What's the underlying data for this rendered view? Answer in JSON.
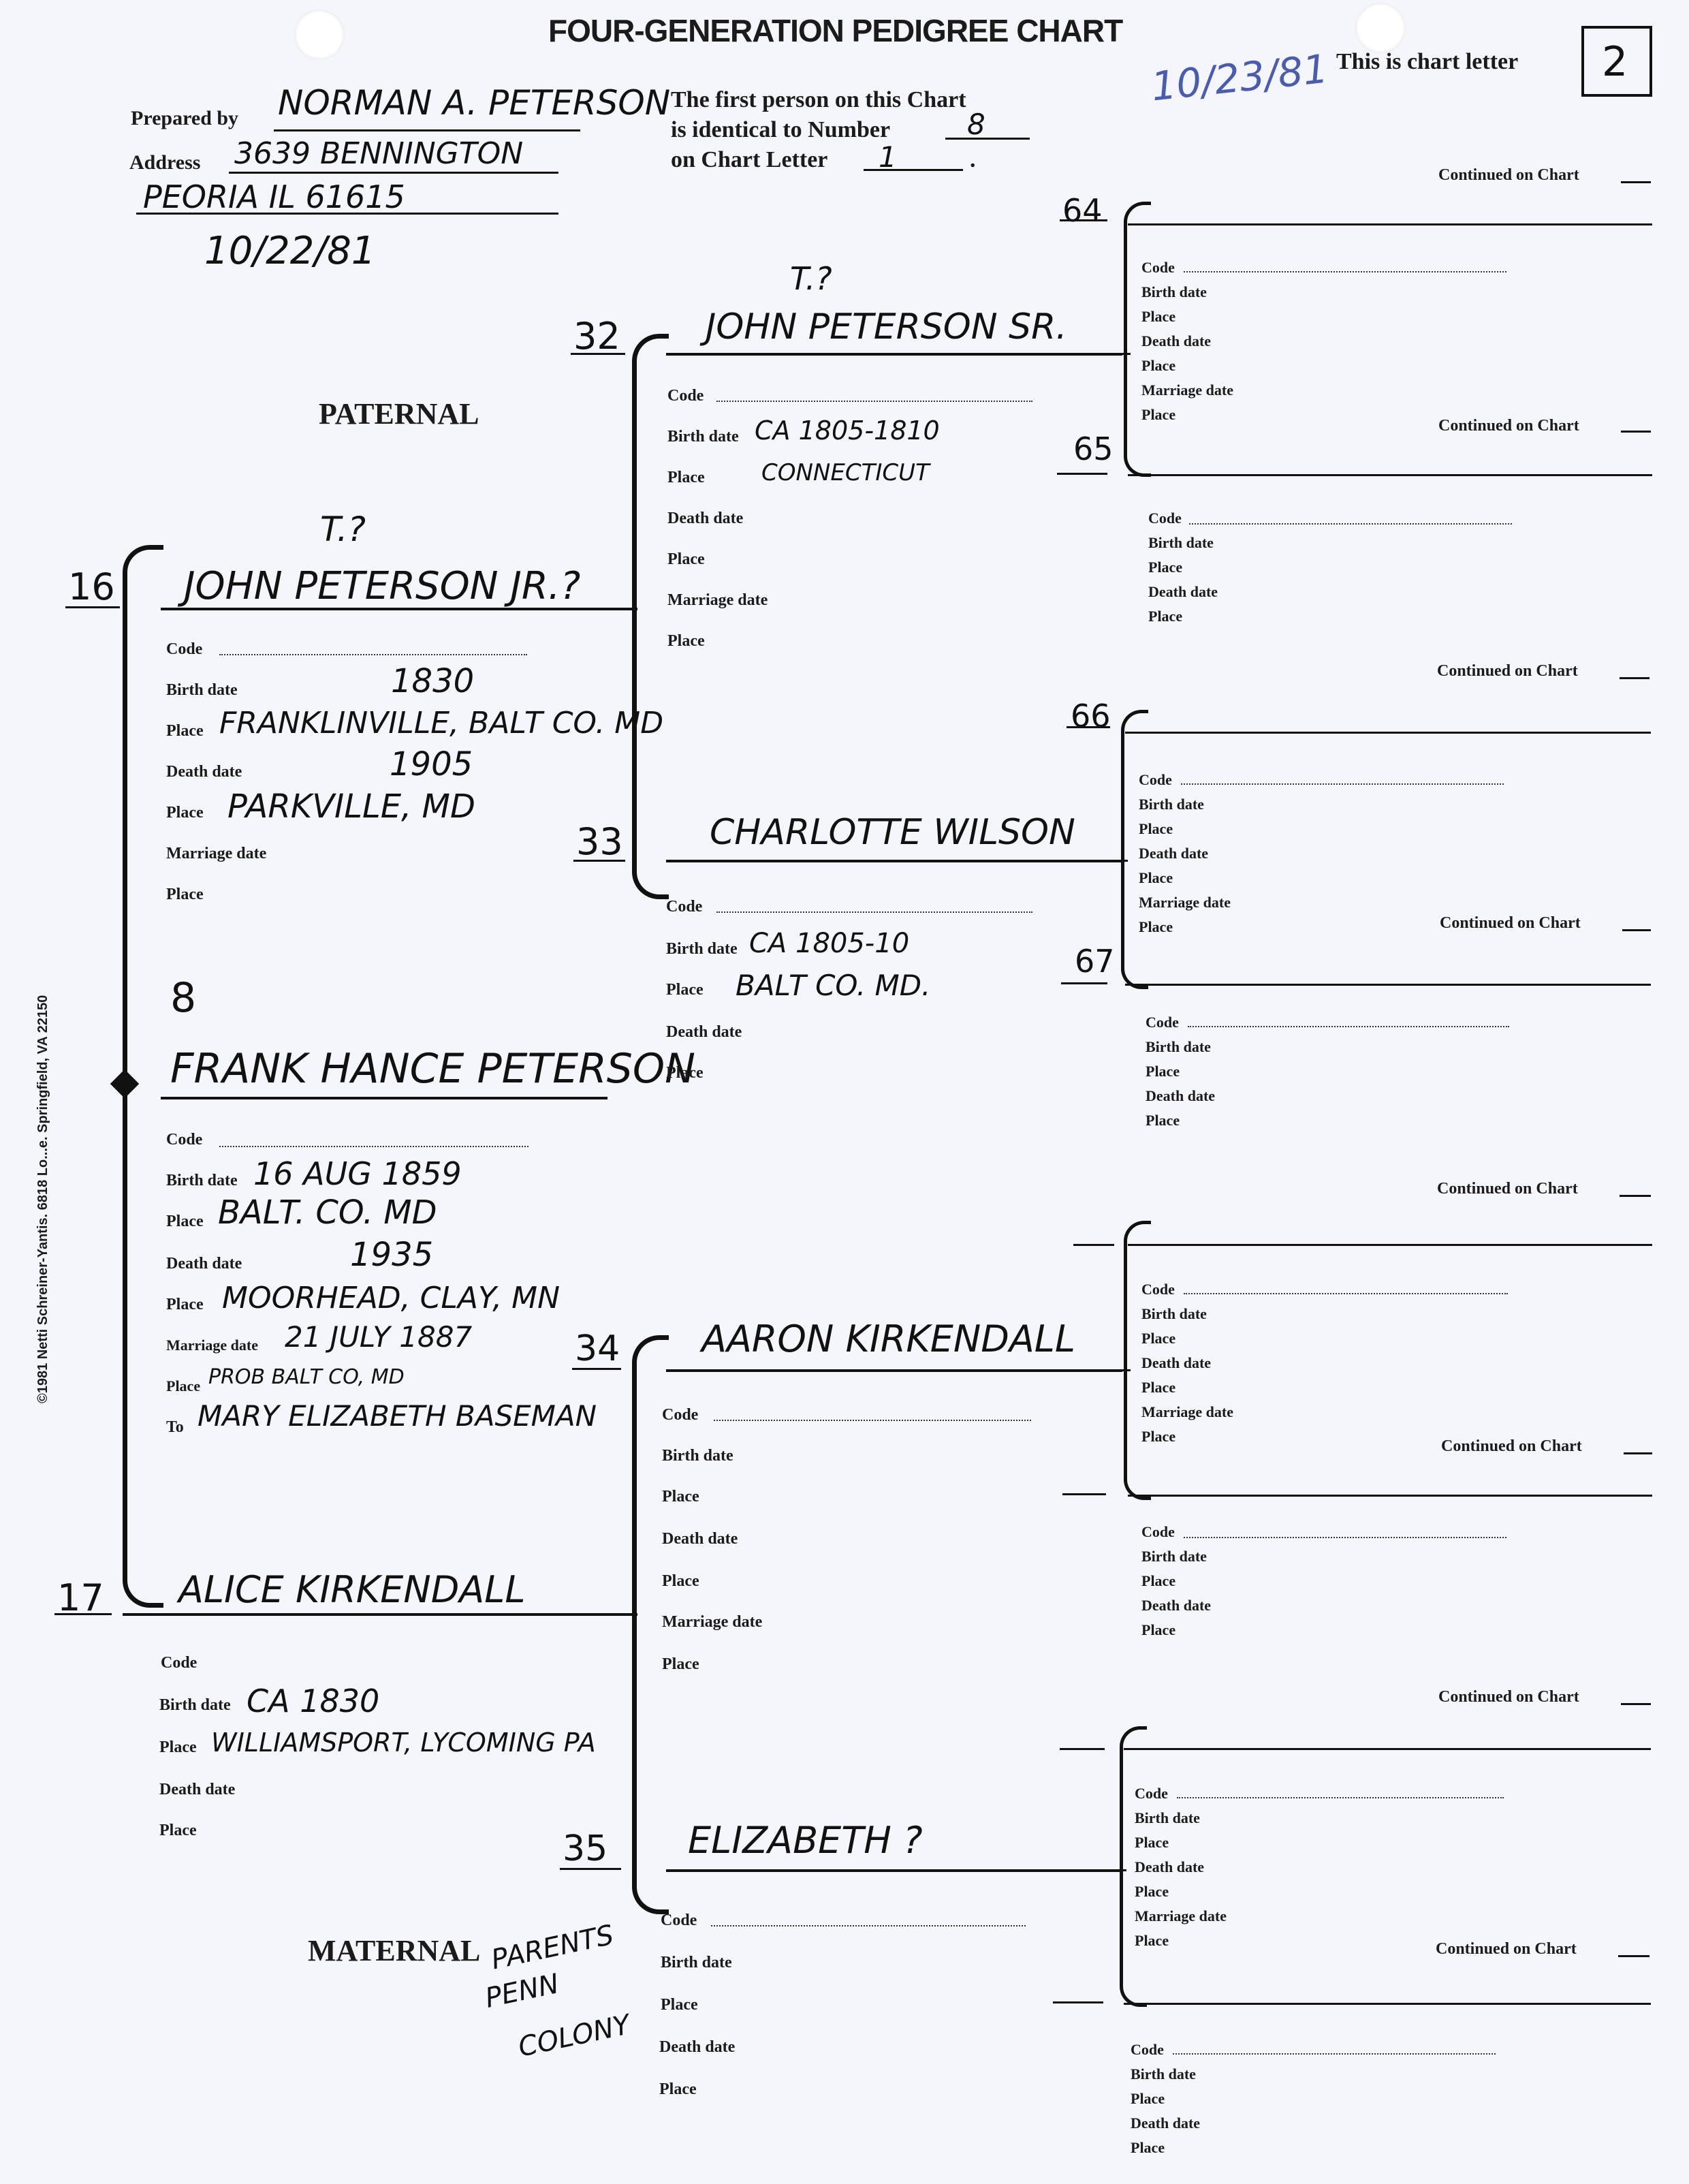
{
  "header": {
    "title": "FOUR-GENERATION PEDIGREE CHART",
    "chart_letter_label": "This is chart letter",
    "chart_letter_value": "2",
    "date_stamp": "10/23/81",
    "prepared_by_label": "Prepared by",
    "prepared_by_value": "NORMAN A. PETERSON",
    "address_label": "Address",
    "address_line1": "3639 BENNINGTON",
    "address_line2": "PEORIA IL 61615",
    "address_date": "10/22/81",
    "first_person_line1": "The first person on this Chart",
    "first_person_line2": "is identical to Number",
    "first_person_number": "8",
    "first_person_line3": "on Chart Letter",
    "first_person_letter": "1"
  },
  "labels": {
    "paternal": "PATERNAL",
    "maternal": "MATERNAL",
    "code": "Code",
    "birth_date": "Birth date",
    "place": "Place",
    "death_date": "Death date",
    "marriage_date": "Marriage date",
    "to": "To",
    "continued": "Continued on Chart"
  },
  "side_note": "©1981 Netti Schreiner-Yantis. 6818 Lo...e. Springfield, VA 22150",
  "margin_note": [
    "PARENTS",
    "PENN",
    "COLONY"
  ],
  "person8": {
    "number": "8",
    "name": "FRANK HANCE PETERSON",
    "birth_date": "16 AUG 1859",
    "birth_place": "BALT. CO. MD",
    "death_date": "1935",
    "death_place": "MOORHEAD, CLAY, MN",
    "marriage_date": "21 JULY 1887",
    "marriage_place": "PROB BALT CO, MD",
    "spouse": "MARY ELIZABETH BASEMAN"
  },
  "person16": {
    "number": "16",
    "name": "JOHN PETERSON JR.?",
    "name_note": "T.?",
    "birth_date": "1830",
    "birth_place": "FRANKLINVILLE, BALT CO. MD",
    "death_date": "1905",
    "death_place": "PARKVILLE, MD"
  },
  "person17": {
    "number": "17",
    "name": "ALICE KIRKENDALL",
    "birth_date": "CA 1830",
    "birth_place": "WILLIAMSPORT, LYCOMING PA"
  },
  "person32": {
    "number": "32",
    "name": "JOHN PETERSON SR.",
    "name_note": "T.?",
    "birth_date": "CA 1805-1810",
    "birth_place": "CONNECTICUT"
  },
  "person33": {
    "number": "33",
    "name": "CHARLOTTE WILSON",
    "birth_date": "CA 1805-10",
    "birth_place": "BALT CO. MD."
  },
  "person34": {
    "number": "34",
    "name": "AARON KIRKENDALL"
  },
  "person35": {
    "number": "35",
    "name": "ELIZABETH ?"
  },
  "gen5": {
    "n64": "64",
    "n65": "65",
    "n66": "66",
    "n67": "67"
  }
}
